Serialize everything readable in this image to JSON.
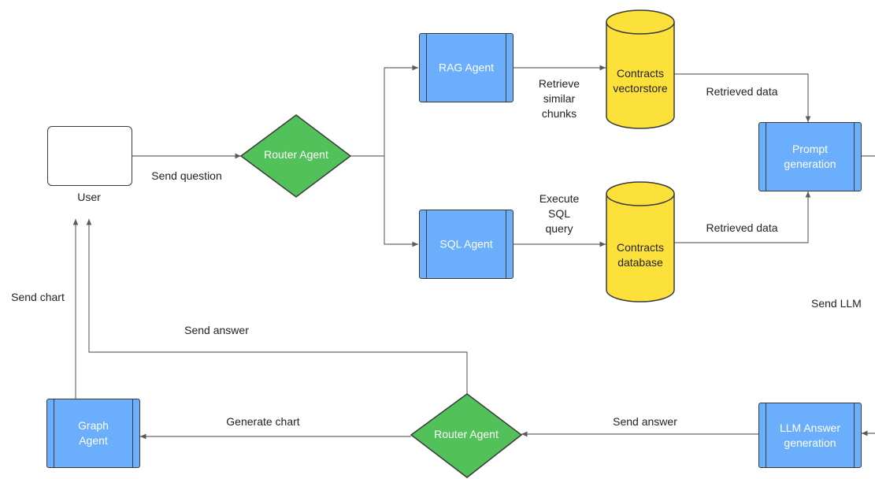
{
  "nodes": {
    "user": "User",
    "router_top": "Router Agent",
    "rag_agent": "RAG Agent",
    "sql_agent": "SQL Agent",
    "vectorstore": "Contracts\nvectorstore",
    "database": "Contracts\ndatabase",
    "prompt_generation": "Prompt\ngeneration",
    "llm_answer": "LLM Answer\ngeneration",
    "router_bottom": "Router Agent",
    "graph_agent": "Graph\nAgent"
  },
  "edges": {
    "send_question": "Send question",
    "retrieve_chunks": "Retrieve\nsimilar\nchunks",
    "execute_sql": "Execute\nSQL\nquery",
    "retrieved_data_top": "Retrieved data",
    "retrieved_data_bottom": "Retrieved data",
    "send_llm": "Send LLM",
    "send_answer_bottom": "Send answer",
    "generate_chart": "Generate chart",
    "send_answer_user": "Send answer",
    "send_chart": "Send chart"
  },
  "colors": {
    "agent_box": "#6aaefc",
    "router": "#52c15a",
    "datastore": "#fde13b",
    "stroke": "#3a3a3a",
    "connector": "#6b6b6b"
  }
}
